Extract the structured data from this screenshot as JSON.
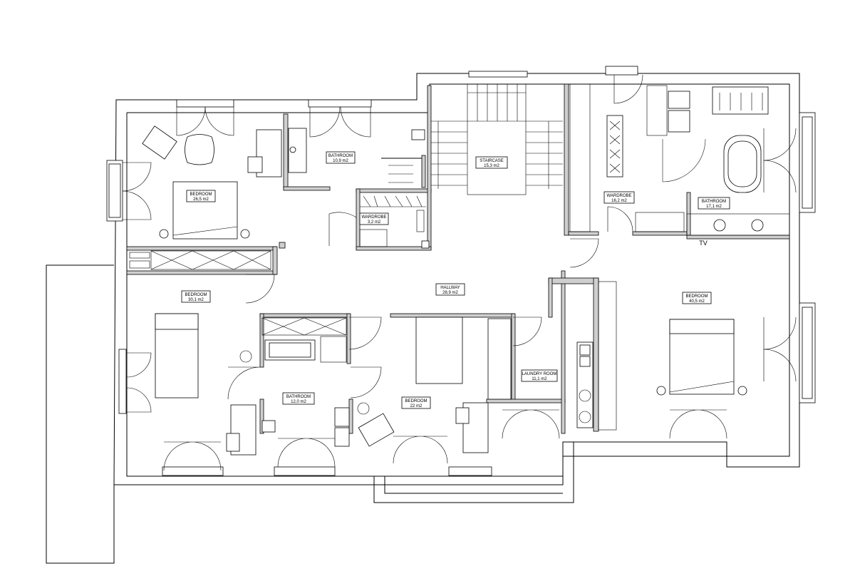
{
  "rooms": [
    {
      "id": "bedroom_nw",
      "name": "BEDROOM",
      "area": "26,5 m2"
    },
    {
      "id": "bathroom_n",
      "name": "BATHROOM",
      "area": "10,9 m2"
    },
    {
      "id": "wardrobe_small",
      "name": "WARDROBE",
      "area": "3,2 m2"
    },
    {
      "id": "staircase",
      "name": "STAIRCASE",
      "area": "15,3 m2"
    },
    {
      "id": "wardrobe_ne",
      "name": "WARDROBE",
      "area": "16,2 m2"
    },
    {
      "id": "bathroom_ne",
      "name": "BATHROOM",
      "area": "17,1 m2"
    },
    {
      "id": "hallway",
      "name": "HALLWAY",
      "area": "28,9 m2"
    },
    {
      "id": "bedroom_w",
      "name": "BEDROOM",
      "area": "30,1 m2"
    },
    {
      "id": "bedroom_e",
      "name": "BEDROOM",
      "area": "40,5 m2"
    },
    {
      "id": "bathroom_s",
      "name": "BATHROOM",
      "area": "12,0 m2"
    },
    {
      "id": "bedroom_s",
      "name": "BEDROOM",
      "area": "22 m2"
    },
    {
      "id": "laundry",
      "name": "LAUNDRY ROOM",
      "area": "11,1 m2"
    }
  ],
  "annotations": {
    "tv": "TV"
  },
  "colors": {
    "line": "#000000",
    "wall_fill": "#ffffff",
    "hatch": "#cfcfcf"
  }
}
